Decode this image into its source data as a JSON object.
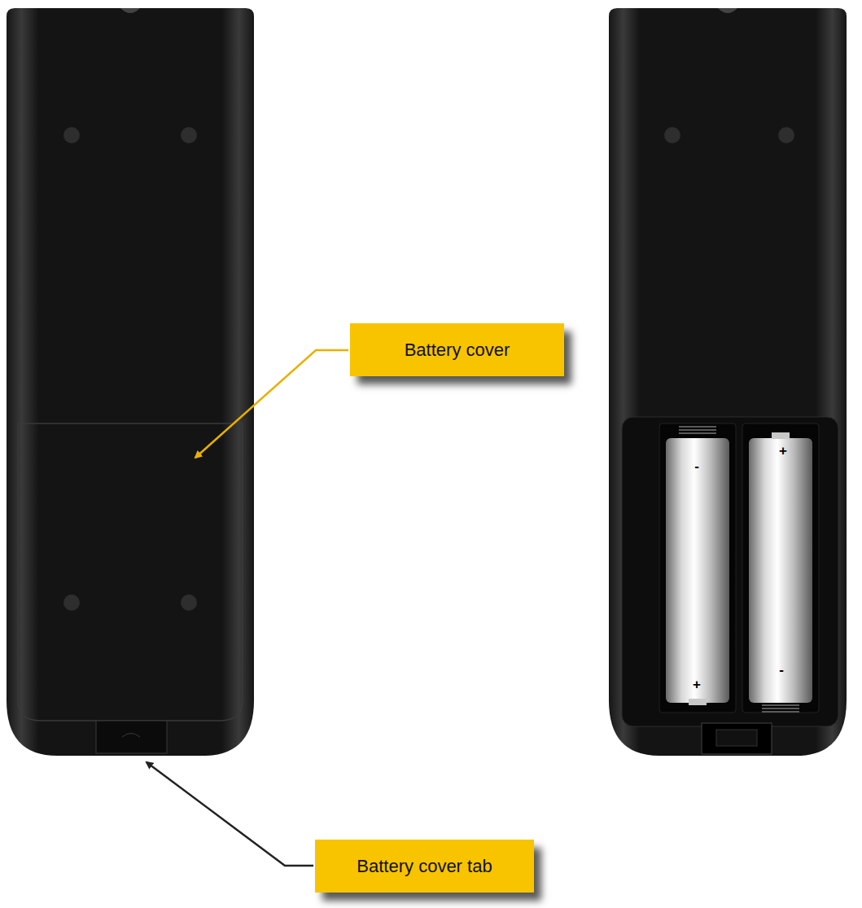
{
  "diagram": {
    "nodes": [
      {
        "text": [
          "Battery cover"
        ]
      },
      {
        "text": [
          "Battery cover tab"
        ]
      }
    ],
    "labels": [
      "-",
      "+",
      "+",
      "-"
    ]
  }
}
